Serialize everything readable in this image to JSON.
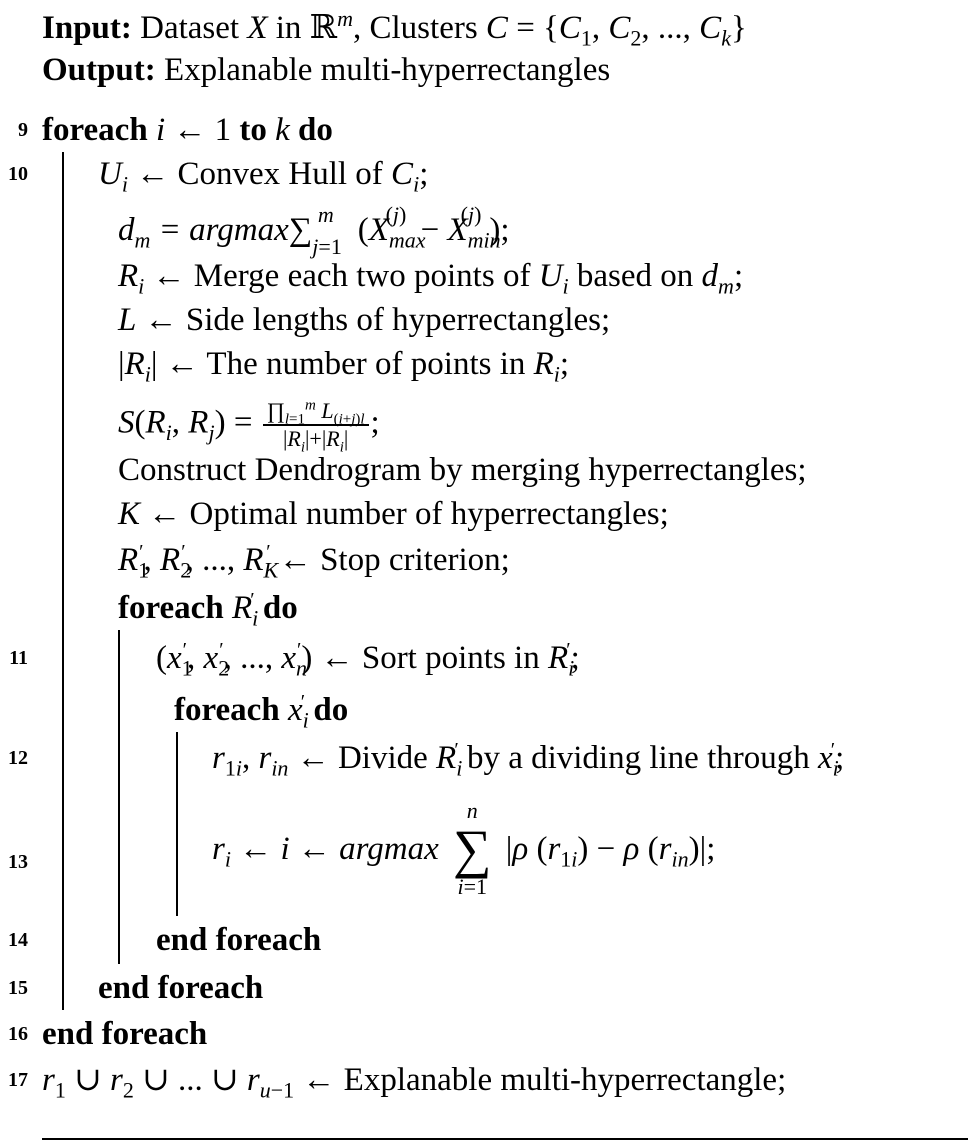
{
  "io": {
    "input_label": "Input:",
    "input_text_a": " Dataset ",
    "input_X": "X",
    "input_text_b": " in ℝ",
    "input_m": "m",
    "input_text_c": ", Clusters ",
    "input_C": "C",
    "input_set": " = {C₁, C₂, ..., Cₖ}",
    "output_label": "Output:",
    "output_text": " Explanable multi-hyperrectangles"
  },
  "lines": {
    "l9": {
      "num": "9",
      "kw1": "foreach",
      "mid": " i ← 1 ",
      "kw2": "to",
      "var": " k ",
      "kw3": "do"
    },
    "l10": {
      "num": "10",
      "text": "Convex Hull of"
    },
    "l_dm": {
      "text": "= argmax"
    },
    "l_ri": {
      "text": "Merge each two points of",
      "text2": "based on"
    },
    "l_len": {
      "text": "Side lengths of hyperrectangles;"
    },
    "l_cnt": {
      "text": "The number of points in"
    },
    "l_den": {
      "text": "Construct Dendrogram by merging hyperrectangles;"
    },
    "l_opt": {
      "text": "Optimal number of hyperrectangles;"
    },
    "l_stop": {
      "text": "Stop criterion;"
    },
    "l_fe1": {
      "kw1": "foreach",
      "kw2": "do"
    },
    "l11": {
      "num": "11",
      "text": "Sort points in"
    },
    "l_fe2": {
      "kw1": "foreach",
      "kw2": "do"
    },
    "l12": {
      "num": "12",
      "text": "Divide",
      "text2": "by a dividing line through"
    },
    "l13": {
      "num": "13",
      "text": "argmax"
    },
    "l14": {
      "num": "14",
      "text": "end foreach"
    },
    "l15": {
      "num": "15",
      "text": "end foreach"
    },
    "l16": {
      "num": "16",
      "text": "end foreach"
    },
    "l17": {
      "num": "17",
      "text": "Explanable multi-hyperrectangle;"
    }
  }
}
